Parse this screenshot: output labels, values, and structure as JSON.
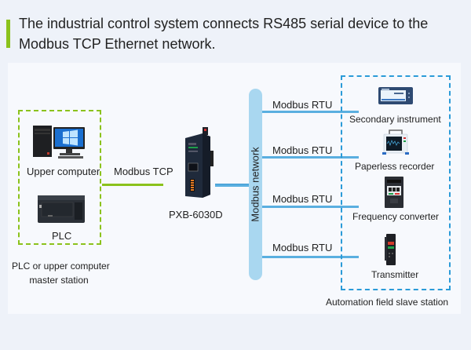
{
  "header": {
    "title": "The industrial control system connects RS485 serial device to the Modbus TCP Ethernet network."
  },
  "master": {
    "devices": [
      {
        "label": "Upper computer",
        "icon": "desktop-computer-icon"
      },
      {
        "label": "PLC",
        "icon": "plc-icon"
      }
    ],
    "caption_line1": "PLC or upper computer",
    "caption_line2": "master station",
    "border_color": "#8bc21c"
  },
  "gateway": {
    "link_label": "Modbus TCP",
    "model": "PXB-6030D",
    "icon": "gateway-device-icon"
  },
  "bus": {
    "label": "Modbus network",
    "color": "#a9d7f0"
  },
  "slaves": {
    "links": [
      "Modbus RTU",
      "Modbus RTU",
      "Modbus RTU",
      "Modbus RTU"
    ],
    "devices": [
      {
        "label": "Secondary instrument",
        "icon": "secondary-instrument-icon"
      },
      {
        "label": "Paperless recorder",
        "icon": "paperless-recorder-icon"
      },
      {
        "label": "Frequency converter",
        "icon": "frequency-converter-icon"
      },
      {
        "label": "Transmitter",
        "icon": "transmitter-icon"
      }
    ],
    "caption": "Automation field slave station",
    "border_color": "#2b9bd8"
  }
}
